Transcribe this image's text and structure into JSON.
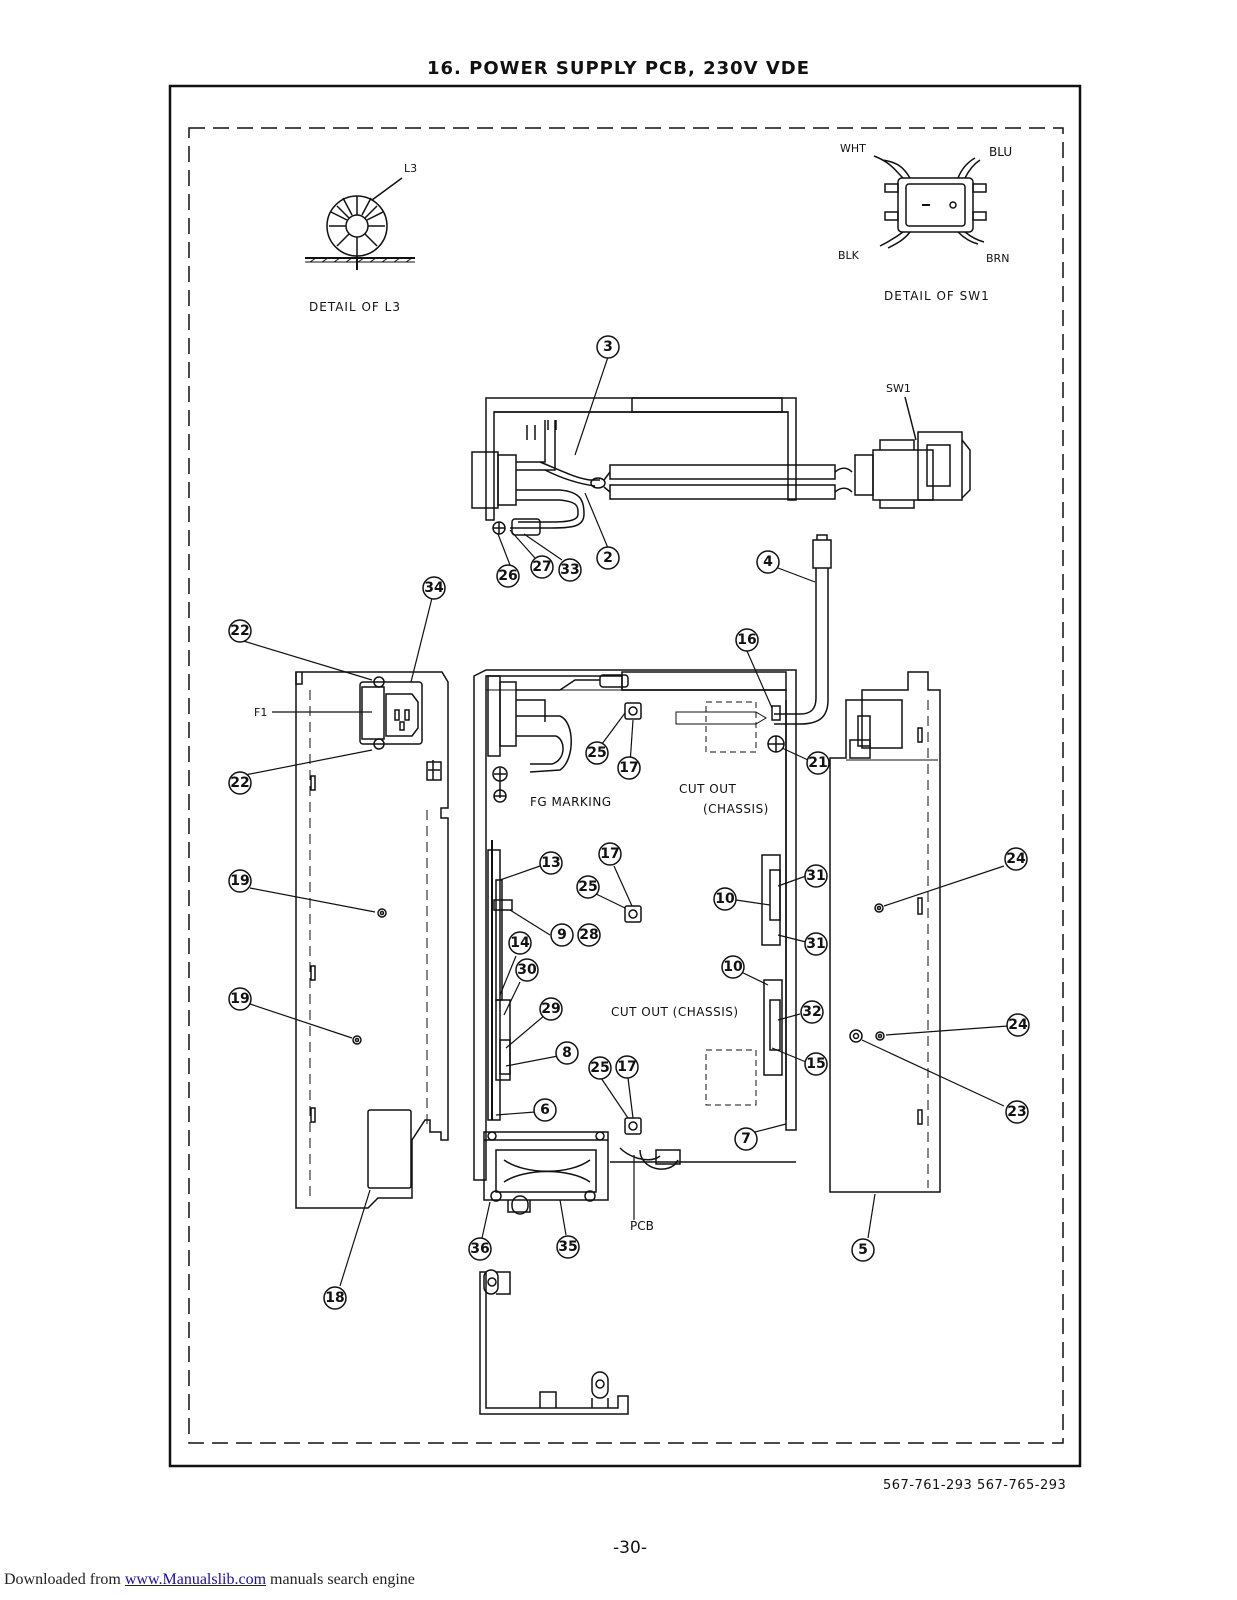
{
  "title": "16. POWER SUPPLY PCB, 230V VDE",
  "labels": {
    "l3": "L3",
    "detail_l3": "DETAIL OF L3",
    "wht": "WHT",
    "blu": "BLU",
    "blk": "BLK",
    "brn": "BRN",
    "detail_sw1": "DETAIL OF SW1",
    "sw1": "SW1",
    "f1": "F1",
    "fg_marking": "FG MARKING",
    "cut_out_1": "CUT OUT",
    "chassis_1": "(CHASSIS)",
    "cut_out_2": "CUT OUT (CHASSIS)",
    "pcb": "PCB"
  },
  "callouts": {
    "c3": "3",
    "c2": "2",
    "c26": "26",
    "c27": "27",
    "c33": "33",
    "c4": "4",
    "c34": "34",
    "c22a": "22",
    "c22b": "22",
    "c16": "16",
    "c21": "21",
    "c25a": "25",
    "c17a": "17",
    "c19a": "19",
    "c19b": "19",
    "c13": "13",
    "c17b": "17",
    "c25b": "25",
    "c9": "9",
    "c28": "28",
    "c14": "14",
    "c30": "30",
    "c29": "29",
    "c8": "8",
    "c6": "6",
    "c25c": "25",
    "c17c": "17",
    "c10a": "10",
    "c31a": "31",
    "c31b": "31",
    "c10b": "10",
    "c32": "32",
    "c15": "15",
    "c7": "7",
    "c24a": "24",
    "c24b": "24",
    "c23": "23",
    "c5": "5",
    "c18": "18",
    "c36": "36",
    "c35": "35"
  },
  "doc_numbers": "567-761-293   567-765-293",
  "page_number": "-30-",
  "footer": {
    "prefix": "Downloaded from ",
    "link": "www.Manualslib.com",
    "suffix": "  manuals search engine"
  }
}
